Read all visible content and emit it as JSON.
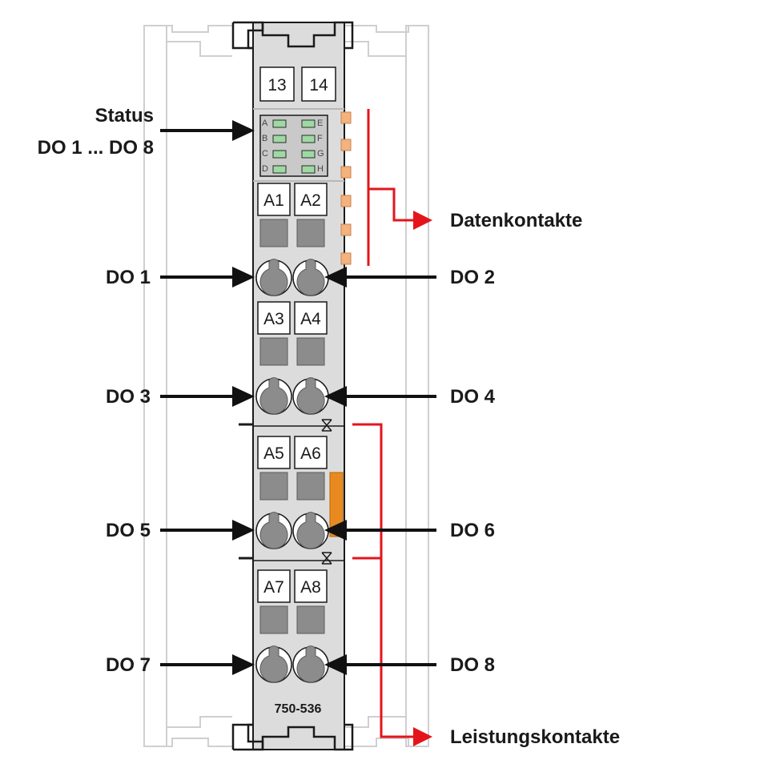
{
  "labels": {
    "status_line1": "Status",
    "status_line2": "DO 1 ... DO 8",
    "data_contacts": "Datenkontakte",
    "power_contacts": "Leistungskontakte",
    "do1": "DO 1",
    "do2": "DO 2",
    "do3": "DO 3",
    "do4": "DO 4",
    "do5": "DO 5",
    "do6": "DO 6",
    "do7": "DO 7",
    "do8": "DO 8"
  },
  "module": {
    "top_tags": [
      "13",
      "14"
    ],
    "terminal_tags": [
      "A1",
      "A2",
      "A3",
      "A4",
      "A5",
      "A6",
      "A7",
      "A8"
    ],
    "led_letters_left": [
      "A",
      "B",
      "C",
      "D"
    ],
    "led_letters_right": [
      "E",
      "F",
      "G",
      "H"
    ],
    "part_number": "750-536"
  },
  "colors": {
    "housing": "#dcdcdc",
    "outline": "#1a1a1a",
    "terminal_gray": "#8c8c8c",
    "led_green": "#9ed9a3",
    "contact_orange": "#f3b27e",
    "power_orange": "#e88a1f",
    "arrow_black": "#111111",
    "arrow_red": "#e3151b",
    "ghost": "#c8c8c8"
  }
}
